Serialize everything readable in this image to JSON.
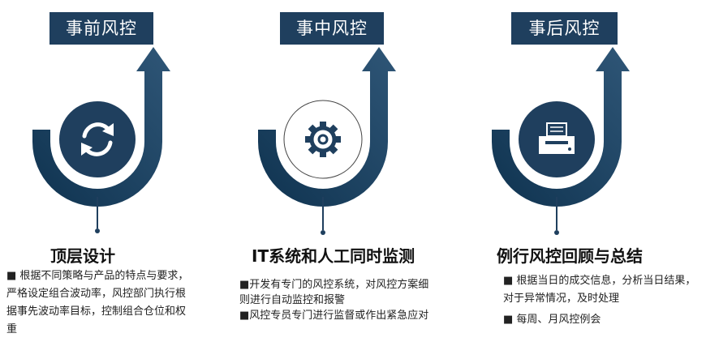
{
  "columns": [
    {
      "phase": "事前风控",
      "title": "顶层设计",
      "desc": [
        "■ 根据不同策略与产品的特点与要求，严格设定组合波动率，风控部门执行根据事先波动率目标，控制组合仓位和权重"
      ],
      "icon": "refresh-arrows-icon",
      "style": "filled"
    },
    {
      "phase": "事中风控",
      "title": "IT系统和人工同时监测",
      "desc": [
        "■开发有专门的风控系统，对风控方案细则进行自动监控和报警",
        "■风控专员专门进行监督或作出紧急应对"
      ],
      "icon": "gear-icon",
      "style": "outline"
    },
    {
      "phase": "事后风控",
      "title": "例行风控回顾与总结",
      "desc": [
        "■ 根据当日的成交信息，分析当日结果，对于异常情况，及时处理",
        "■ 每周、月风控例会"
      ],
      "icon": "printer-icon",
      "style": "filled"
    }
  ],
  "colors": {
    "navy": "#1f3f5e",
    "arc_dark": "#0f3350",
    "arc_light": "#2f5677",
    "white": "#ffffff"
  }
}
